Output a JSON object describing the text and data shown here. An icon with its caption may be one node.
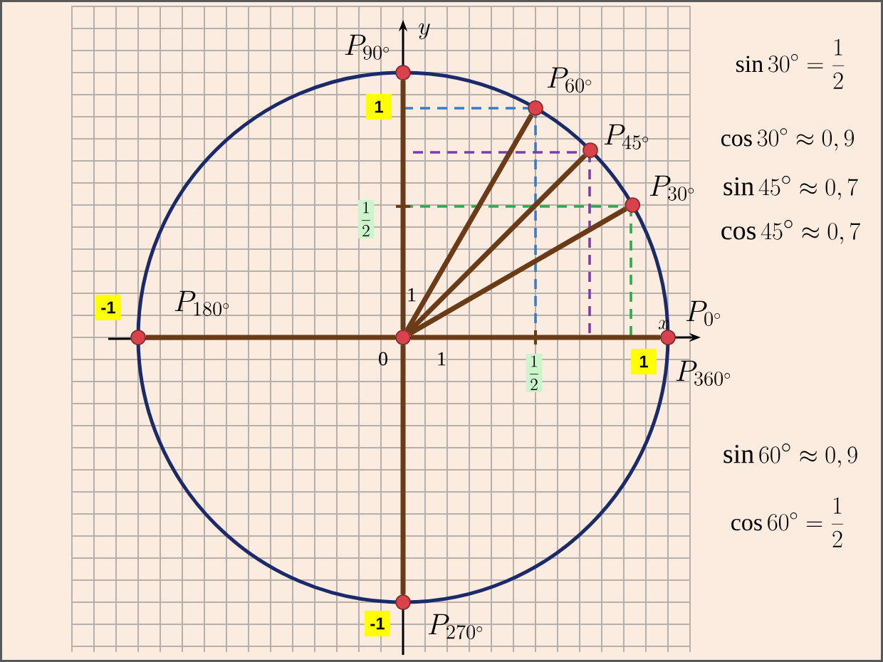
{
  "diagram": {
    "nodes": [
      {
        "text": [],
        "shape": "circle"
      },
      {
        "text": [],
        "shape": "circle",
        "beside": [
          "P_{0^\\circ}",
          "P_{360^\\circ}"
        ]
      },
      {
        "text": [],
        "shape": "circle",
        "beside": [
          "P_{30^\\circ}"
        ]
      },
      {
        "text": [],
        "shape": "circle",
        "beside": [
          "P_{45^\\circ}"
        ]
      },
      {
        "text": [],
        "shape": "circle",
        "beside": [
          "P_{60^\\circ}"
        ]
      },
      {
        "text": [],
        "shape": "circle",
        "beside": [
          "P_{90^\\circ}"
        ]
      },
      {
        "text": [],
        "shape": "circle",
        "beside": [
          "P_{180^\\circ}"
        ]
      },
      {
        "text": [],
        "shape": "circle",
        "beside": [
          "P_{270^\\circ}"
        ]
      },
      {
        "text": [
          "1"
        ]
      },
      {
        "text": [
          "1"
        ]
      },
      {
        "text": [
          "-1"
        ]
      },
      {
        "text": [
          "-1"
        ]
      },
      {
        "text": [
          "\\frac{1}{2}"
        ]
      },
      {
        "text": [
          "\\frac{1}{2}"
        ]
      }
    ],
    "edges": [
      {
        "from": 0,
        "to": 1,
        "arrow": "none"
      },
      {
        "from": 0,
        "to": 2,
        "arrow": "none"
      },
      {
        "from": 0,
        "to": 3,
        "arrow": "none"
      },
      {
        "from": 0,
        "to": 4,
        "arrow": "none"
      },
      {
        "from": 0,
        "to": 5,
        "arrow": "none"
      },
      {
        "from": 0,
        "to": 6,
        "arrow": "none"
      },
      {
        "from": 0,
        "to": 7,
        "arrow": "none"
      }
    ],
    "labels": [
      "y",
      "x",
      "0",
      "1",
      "1",
      "\\sin 30^\\circ = \\frac{1}{2}",
      "\\cos 30^\\circ \\approx 0,9",
      "\\sin 45^\\circ \\approx 0,7",
      "\\cos 45^\\circ \\approx 0,7",
      "\\sin 60^\\circ \\approx 0,9",
      "\\cos 60^\\circ = \\frac{1}{2}"
    ]
  }
}
